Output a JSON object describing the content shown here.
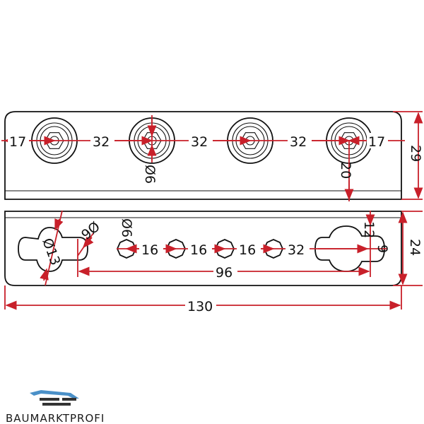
{
  "dimensions": {
    "top": {
      "left_edge": "17",
      "spacing_1": "32",
      "spacing_2": "32",
      "spacing_3": "32",
      "right_edge": "17",
      "height": "29",
      "hole_offset": "20",
      "hole_diameter": "Ø6"
    },
    "bottom": {
      "keyhole_diameter": "Ø13",
      "slot_width": "9Ø",
      "small_hole_diameter": "Ø6",
      "spacing_1": "16",
      "spacing_2": "16",
      "spacing_3": "16",
      "spacing_4": "32",
      "keyhole_spacing": "96",
      "keyhole_offset": "12",
      "right_slot": "9",
      "height": "24"
    },
    "overall_length": "130"
  },
  "logo": {
    "text": "BAUMARKTPROFI",
    "colors": {
      "accent": "#4a90c8",
      "dark": "#333333"
    }
  },
  "colors": {
    "dimension": "#c8202a",
    "outline": "#111111"
  }
}
